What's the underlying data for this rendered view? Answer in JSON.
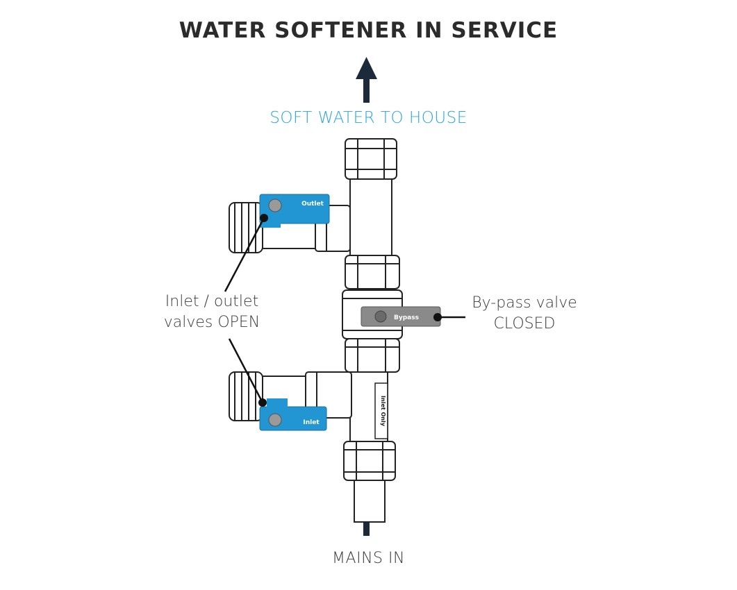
{
  "title": "WATER SOFTENER IN SERVICE",
  "labels": {
    "soft_water": "SOFT WATER TO HOUSE",
    "mains_in": "MAINS IN",
    "inlet_outlet_line1": "Inlet / outlet",
    "inlet_outlet_line2": "valves OPEN",
    "bypass_line1": "By-pass valve",
    "bypass_line2": "CLOSED"
  },
  "handles": {
    "outlet": "Outlet",
    "inlet": "Inlet",
    "bypass": "Bypass",
    "inlet_only": "Inlet Only"
  },
  "colors": {
    "title": "#2b2b2b",
    "soft_water": "#2aa5dd",
    "valve_handle_open": "#2196d3",
    "valve_handle_closed": "#8a8a8a",
    "arrow": "#1c2a3a",
    "outline": "#222222"
  }
}
